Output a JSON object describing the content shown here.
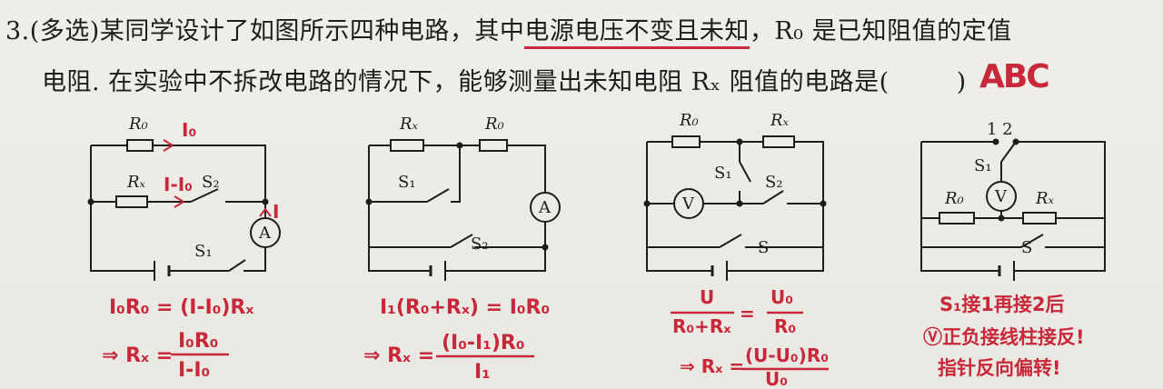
{
  "question": {
    "number": "3.",
    "type": "(多选)",
    "text1": "某同学设计了如图所示四种电路，其中",
    "underline_phrase": "电源电压不变且未知",
    "text2": "，R₀ 是已知阻值的定值",
    "line2": "电阻. 在实验中不拆改电路的情况下，能够测量出未知电阻 Rₓ 阻值的电路是(",
    "close": ")",
    "answer": "ABC"
  },
  "circuits": {
    "a": {
      "r0": "R₀",
      "rx": "Rₓ",
      "s1": "S₁",
      "s2": "S₂",
      "meter": "A",
      "hand_i0": "I₀",
      "hand_i_minus_i0": "I-I₀",
      "hand_i": "I"
    },
    "b": {
      "rx": "Rₓ",
      "r0": "R₀",
      "s1": "S₁",
      "s2": "S₂",
      "meter": "A"
    },
    "c": {
      "r0": "R₀",
      "rx": "Rₓ",
      "s1": "S₁",
      "s2": "S₂",
      "s": "S",
      "meter": "V"
    },
    "d": {
      "sw_pos": "1 2",
      "s1": "S₁",
      "r0": "R₀",
      "rx": "Rₓ",
      "s": "S",
      "meter": "V"
    }
  },
  "notes": {
    "a": {
      "eq": "I₀R₀ = (I-I₀)Rₓ",
      "res_lhs": "⇒ Rₓ =",
      "res_num": "I₀R₀",
      "res_den": "I-I₀"
    },
    "b": {
      "eq": "I₁(R₀+Rₓ) = I₀R₀",
      "res_lhs": "⇒ Rₓ =",
      "res_num": "(I₀-I₁)R₀",
      "res_den": "I₁"
    },
    "c": {
      "f1_num": "U",
      "f1_den": "R₀+Rₓ",
      "eq_sign": "=",
      "f2_num": "U₀",
      "f2_den": "R₀",
      "res_lhs": "⇒ Rₓ =",
      "res_num": "(U-U₀)R₀",
      "res_den": "U₀"
    },
    "d": {
      "l1": "S₁接1再接2后",
      "l2": "Ⓥ正负接线柱接反!",
      "l3": "指针反向偏转!"
    }
  },
  "colors": {
    "ink": "#1d1d1d",
    "pen": "#c8283a",
    "paper": "#ecebe6"
  }
}
